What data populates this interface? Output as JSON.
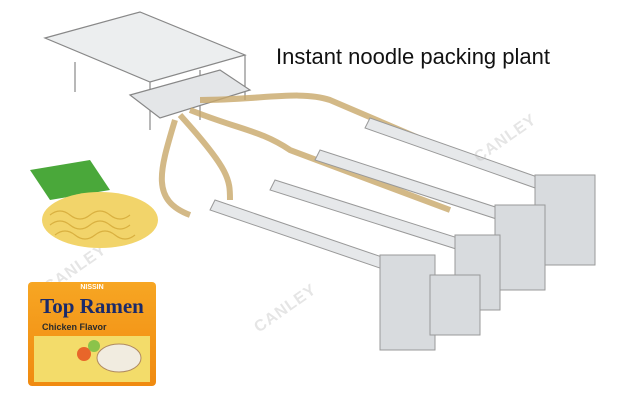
{
  "title": "Instant noodle packing plant",
  "watermark": "CANLEY",
  "package": {
    "brand": "NISSIN",
    "name": "Top Ramen",
    "flavor": "Chicken Flavor"
  },
  "colors": {
    "package_orange": "#f39a1a",
    "title_blue": "#1a2a6a",
    "machine_gray": "#d8dbde"
  }
}
